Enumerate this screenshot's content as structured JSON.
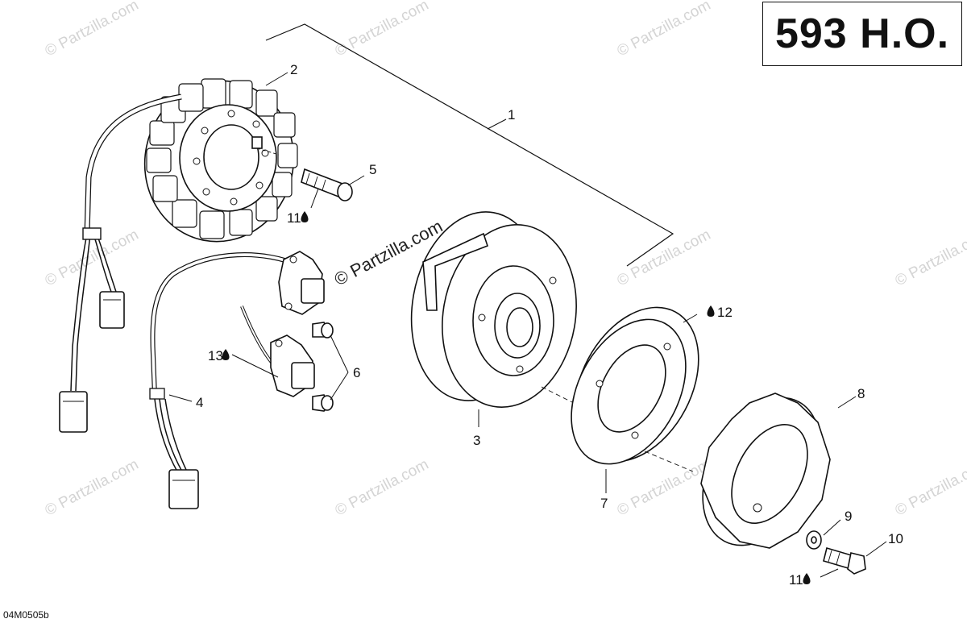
{
  "diagram": {
    "model_title": "593 H.O.",
    "drawing_code": "04M0505b",
    "watermark_main": "© Partzilla.com",
    "watermark_faint": "© Partzilla.com",
    "callouts": [
      {
        "id": "1",
        "label": "1"
      },
      {
        "id": "2",
        "label": "2"
      },
      {
        "id": "3",
        "label": "3"
      },
      {
        "id": "4",
        "label": "4"
      },
      {
        "id": "5",
        "label": "5"
      },
      {
        "id": "6",
        "label": "6"
      },
      {
        "id": "7",
        "label": "7"
      },
      {
        "id": "8",
        "label": "8"
      },
      {
        "id": "9",
        "label": "9"
      },
      {
        "id": "10",
        "label": "10"
      },
      {
        "id": "11a",
        "label": "11"
      },
      {
        "id": "11b",
        "label": "11"
      },
      {
        "id": "12",
        "label": "12"
      },
      {
        "id": "13",
        "label": "13"
      }
    ]
  }
}
